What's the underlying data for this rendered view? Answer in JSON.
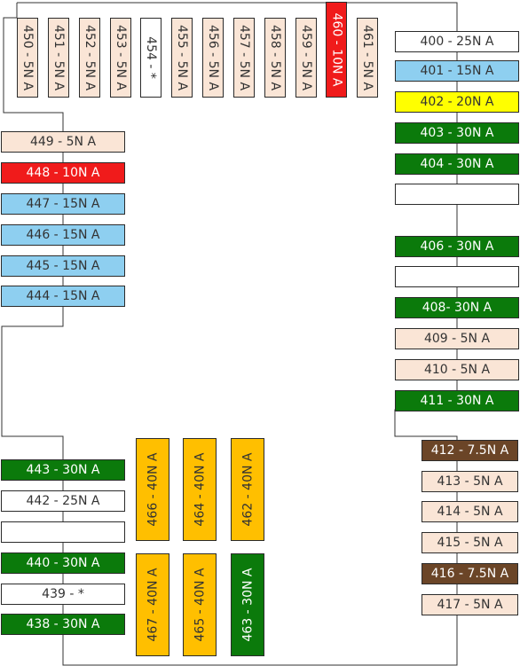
{
  "colors": {
    "beige": "#fae5d6",
    "white": "#ffffff",
    "red": "#f01b1b",
    "blue": "#8ecff0",
    "yellow": "#ffff00",
    "green": "#0b7a0b",
    "brown": "#6b4527",
    "orange": "#ffbf00",
    "wire": "#333333"
  },
  "fuses": {
    "f450": "450 - 5N A",
    "f451": "451 - 5N A",
    "f452": "452 - 5N A",
    "f453": "453 - 5N A",
    "f454": "454 - *",
    "f455": "455 - 5N A",
    "f456": "456 - 5N A",
    "f457": "457 - 5N A",
    "f458": "458 - 5N A",
    "f459": "459 - 5N A",
    "f460": "460 - 10N A",
    "f461": "461 - 5N A",
    "f449": "449 - 5N A",
    "f448": "448 - 10N A",
    "f447": "447 - 15N A",
    "f446": "446 - 15N A",
    "f445": "445 - 15N A",
    "f444": "444 - 15N A",
    "f400": "400 - 25N A",
    "f401": "401 - 15N A",
    "f402": "402 - 20N A",
    "f403": "403 - 30N A",
    "f404": "404 - 30N A",
    "f405": "",
    "f406": "406 - 30N A",
    "f407": "",
    "f408": "408- 30N A",
    "f409": "409 - 5N A",
    "f410": "410 - 5N A",
    "f411": "411 - 30N A",
    "f412": "412 - 7.5N A",
    "f413": "413 - 5N A",
    "f414": "414 - 5N A",
    "f415": "415 - 5N A",
    "f416": "416 - 7.5N A",
    "f417": "417 - 5N A",
    "f443": "443 - 30N A",
    "f442": "442 - 25N A",
    "f441": "",
    "f440": "440 - 30N A",
    "f439": "439 - *",
    "f438": "438 - 30N A",
    "f466": "466 - 40N A",
    "f464": "464 - 40N A",
    "f462": "462 - 40N A",
    "f467": "467 - 40N A",
    "f465": "465 - 40N A",
    "f463": "463 - 30N A"
  }
}
